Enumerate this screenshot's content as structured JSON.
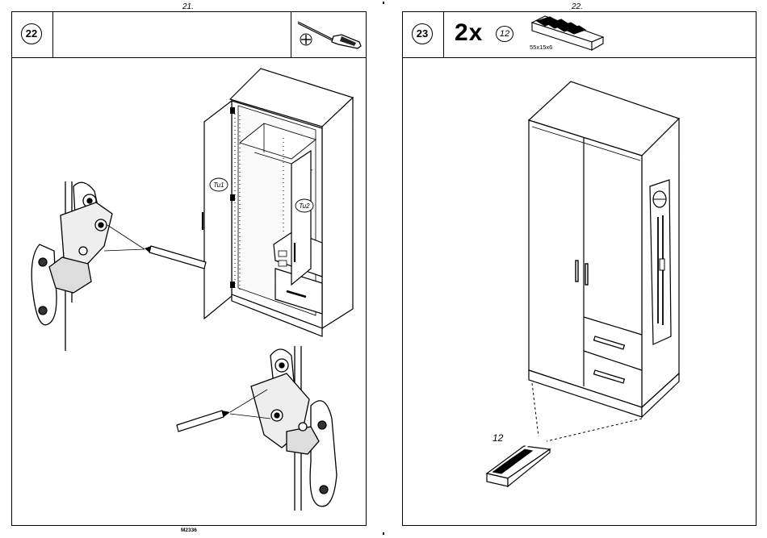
{
  "pages": [
    {
      "page_number": "21.",
      "step": "22",
      "tools": [
        "screwdriver-icon",
        "phillips-tip-icon"
      ],
      "door_labels": [
        "Tu1",
        "Tu2"
      ],
      "footer_code": "M2336"
    },
    {
      "page_number": "22.",
      "step": "23",
      "quantity": "2x",
      "part_number": "12",
      "part_dimensions": "55x15x6",
      "callout_label": "12"
    }
  ]
}
